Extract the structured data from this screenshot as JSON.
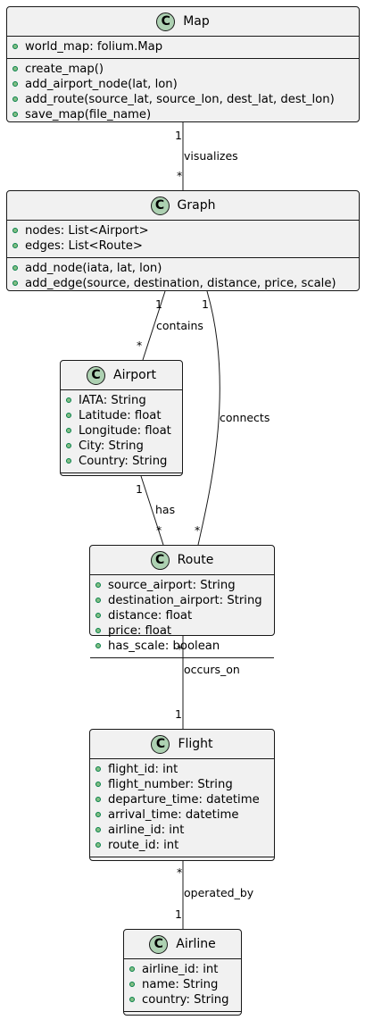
{
  "classes": {
    "map": {
      "name": "Map",
      "badge": "C",
      "fields": [
        "world_map: folium.Map"
      ],
      "methods": [
        "create_map()",
        "add_airport_node(lat, lon)",
        "add_route(source_lat, source_lon, dest_lat, dest_lon)",
        "save_map(file_name)"
      ]
    },
    "graph": {
      "name": "Graph",
      "badge": "C",
      "fields": [
        "nodes: List<Airport>",
        "edges: List<Route>"
      ],
      "methods": [
        "add_node(iata, lat, lon)",
        "add_edge(source, destination, distance, price, scale)"
      ]
    },
    "airport": {
      "name": "Airport",
      "badge": "C",
      "fields": [
        "IATA: String",
        "Latitude: float",
        "Longitude: float",
        "City: String",
        "Country: String"
      ],
      "methods": []
    },
    "route": {
      "name": "Route",
      "badge": "C",
      "fields": [
        "source_airport: String",
        "destination_airport: String",
        "distance: float",
        "price: float",
        "has_scale: boolean"
      ],
      "methods": []
    },
    "flight": {
      "name": "Flight",
      "badge": "C",
      "fields": [
        "flight_id: int",
        "flight_number: String",
        "departure_time: datetime",
        "arrival_time: datetime",
        "airline_id: int",
        "route_id: int"
      ],
      "methods": []
    },
    "airline": {
      "name": "Airline",
      "badge": "C",
      "fields": [
        "airline_id: int",
        "name: String",
        "country: String"
      ],
      "methods": []
    }
  },
  "relations": [
    {
      "id": "visualizes",
      "label": "visualizes",
      "from_mult": "1",
      "to_mult": "*"
    },
    {
      "id": "contains",
      "label": "contains",
      "from_mult": "1",
      "to_mult": "*"
    },
    {
      "id": "connects",
      "label": "connects",
      "from_mult": "1",
      "to_mult": "*"
    },
    {
      "id": "has",
      "label": "has",
      "from_mult": "1",
      "to_mult": "*"
    },
    {
      "id": "occurs_on",
      "label": "occurs_on",
      "from_mult": "*",
      "to_mult": "1"
    },
    {
      "id": "operated_by",
      "label": "operated_by",
      "from_mult": "*",
      "to_mult": "1"
    }
  ],
  "colors": {
    "class_fill": "#f1f1f1",
    "badge_fill": "#add1b2",
    "border": "#181818",
    "visibility_dot": "#84be84"
  }
}
